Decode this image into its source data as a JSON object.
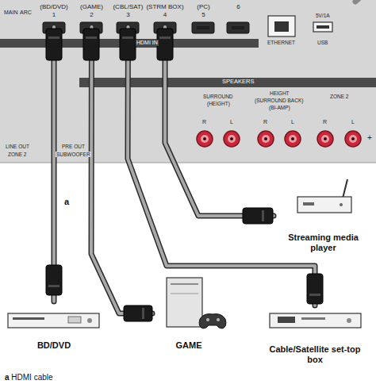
{
  "diagram": {
    "caption": "a HDMI cable",
    "nodes": [
      {
        "text": [
          "(BD/DVD)",
          "1"
        ]
      },
      {
        "text": [
          "(GAME)",
          "2"
        ]
      },
      {
        "text": [
          "(CBL/SAT)",
          "3"
        ]
      },
      {
        "text": [
          "(STRM BOX)",
          "4"
        ]
      },
      {
        "text": [
          "(PC)",
          "5"
        ]
      },
      {
        "text": [
          "6"
        ]
      },
      {
        "text": [
          "BD/DVD"
        ]
      },
      {
        "text": [
          "GAME"
        ]
      },
      {
        "text": [
          "Cable/Satellite set-top box"
        ]
      },
      {
        "text": [
          "Streaming media player"
        ]
      }
    ],
    "edges": [
      {
        "from": 0,
        "to": 6,
        "arrow": "none",
        "label": "a"
      },
      {
        "from": 1,
        "to": 7,
        "arrow": "none"
      },
      {
        "from": 2,
        "to": 8,
        "arrow": "none"
      },
      {
        "from": 3,
        "to": 9,
        "arrow": "none"
      }
    ],
    "labels": [
      "MAIN",
      "ARC",
      "HDMI IN",
      "ETHERNET",
      "5V/1A",
      "USB",
      "SPEAKERS",
      "SURROUND",
      "(HEIGHT)",
      "HEIGHT",
      "(SURROUND BACK)",
      "(BI-AMP)",
      "ZONE 2",
      "R",
      "L",
      "R",
      "L",
      "R",
      "L",
      "+",
      "LINE OUT",
      "ZONE 2",
      "PRE OUT",
      "SUBWOOFER"
    ]
  }
}
